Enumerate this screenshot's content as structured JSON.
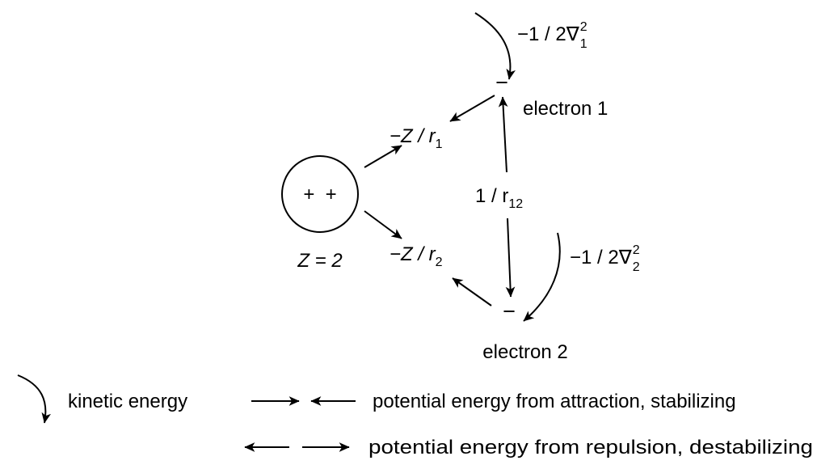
{
  "nucleus": {
    "charges": "+  +",
    "label": "Z = 2"
  },
  "electron1": {
    "symbol": "−",
    "label": "electron 1",
    "kinetic": {
      "main": "−1 / 2∇",
      "sup": "2",
      "sub": "1"
    }
  },
  "electron2": {
    "symbol": "−",
    "label": "electron 2",
    "kinetic": {
      "main": "−1 / 2∇",
      "sup": "2",
      "sub": "2"
    }
  },
  "attraction1": {
    "main": "−Z / r",
    "sub": "1"
  },
  "attraction2": {
    "main": "−Z / r",
    "sub": "2"
  },
  "repulsion": {
    "main": "1 / r",
    "sub": "12"
  },
  "legend": {
    "kinetic": "kinetic energy",
    "attraction": "potential energy from attraction, stabilizing",
    "repulsion": "potential energy from repulsion, destabilizing"
  }
}
